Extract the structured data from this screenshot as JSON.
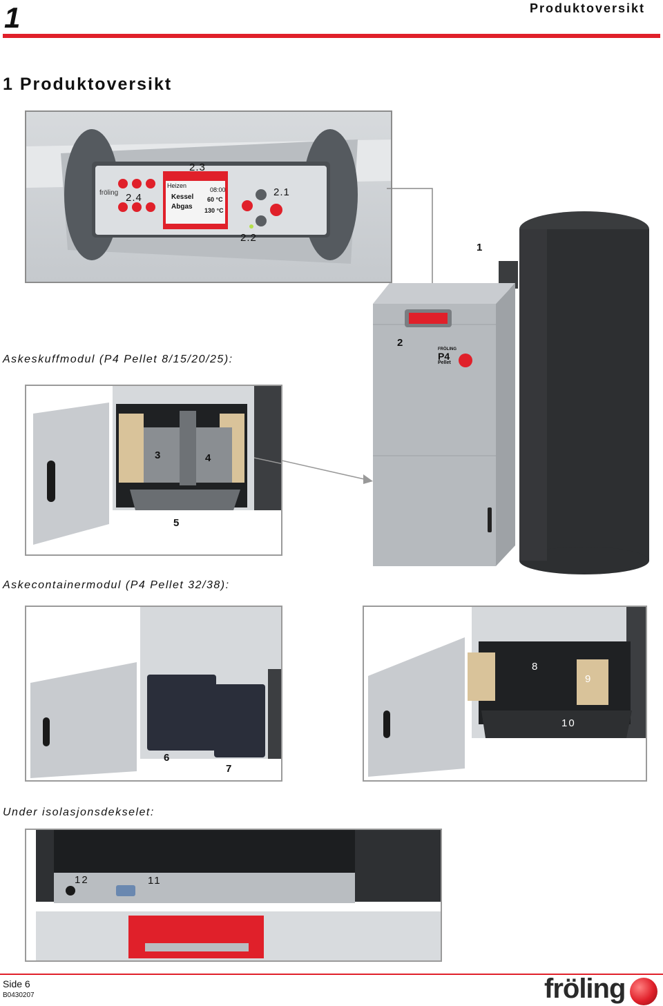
{
  "header": {
    "chapter_number": "1",
    "title": "Produktoversikt"
  },
  "section_heading": "1  Produktoversikt",
  "main_figure": {
    "callouts": {
      "c1": "1",
      "c2": "2",
      "c2_1": "2.1",
      "c2_2": "2.2",
      "c2_3": "2.3",
      "c2_4": "2.4"
    },
    "display": {
      "mode": "Heizen",
      "time": "08:00",
      "row1_label": "Kessel",
      "row1_value": "60 °C",
      "row2_label": "Abgas",
      "row2_value": "130 °C"
    },
    "panel_brand": "fröling",
    "boiler_badge": {
      "brand": "FRÖLING",
      "model": "P4",
      "sub": "Pellet"
    }
  },
  "captions": {
    "ash_drawer": "Askeskuffmodul (P4 Pellet 8/15/20/25):",
    "ash_container": "Askecontainermodul (P4 Pellet 32/38):",
    "under_cover": "Under isolasjonsdekselet:"
  },
  "ash_drawer_callouts": {
    "c3": "3",
    "c4": "4",
    "c5": "5"
  },
  "ash_container_callouts": {
    "c6": "6",
    "c7": "7",
    "c8": "8",
    "c9": "9",
    "c10": "10"
  },
  "under_cover_callouts": {
    "c11": "11",
    "c12": "12"
  },
  "footer": {
    "page": "Side 6",
    "doc_number": "B0430207",
    "logo_text": "fröling"
  },
  "colors": {
    "accent_red": "#e0202a",
    "frame_gray": "#9a9a9a"
  }
}
